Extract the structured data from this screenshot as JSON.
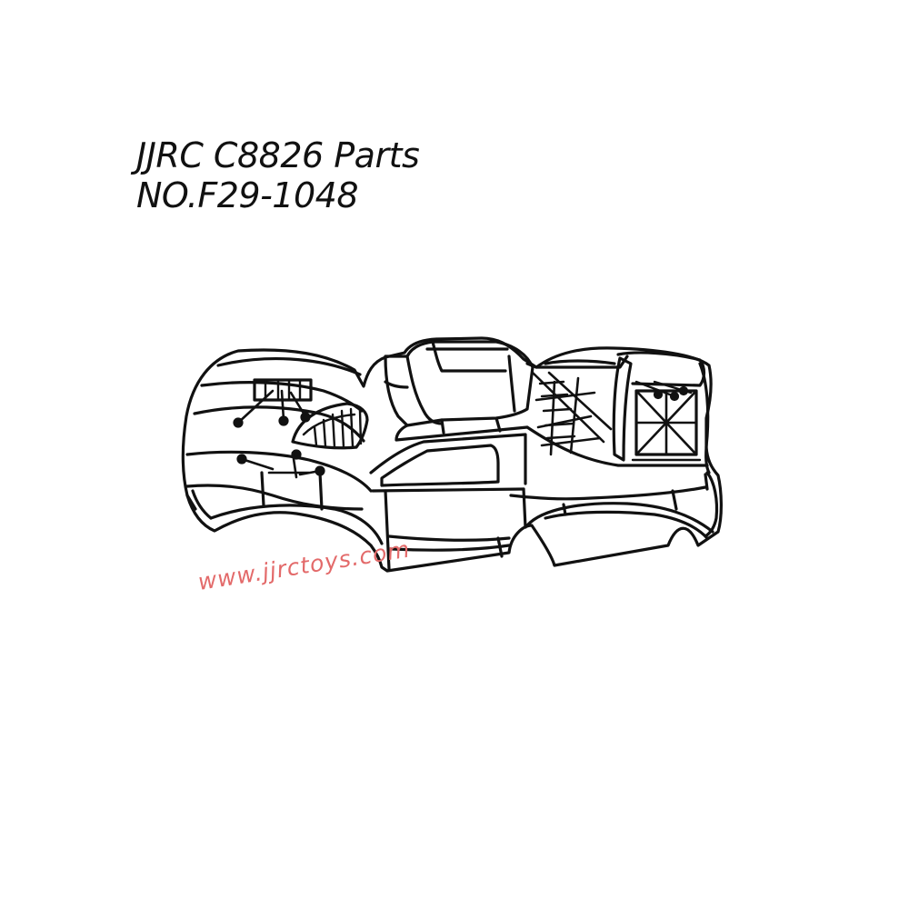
{
  "title": {
    "line1": "JJRC C8826 Parts",
    "line2": "NO.F29-1048"
  },
  "watermark": {
    "text": "www.jjrctoys.com",
    "color": "#e36a6a"
  },
  "illustration": {
    "subject": "truck-body-shell-line-drawing",
    "line_color": "#111111"
  }
}
